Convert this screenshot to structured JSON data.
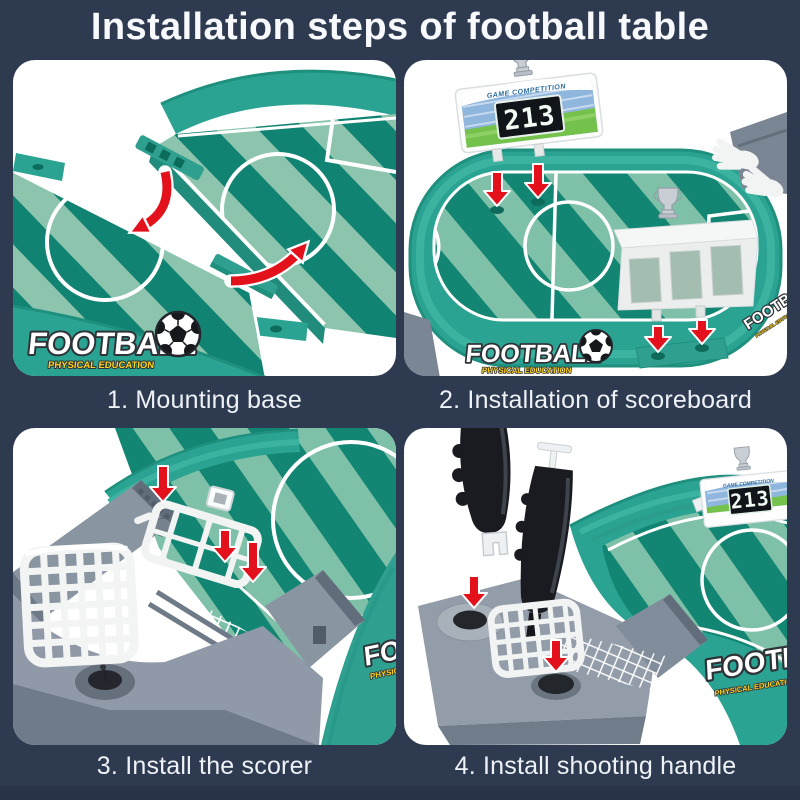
{
  "page": {
    "title": "Installation steps of football table"
  },
  "steps": [
    {
      "caption": "1. Mounting base"
    },
    {
      "caption": "2. Installation of scoreboard"
    },
    {
      "caption": "3. Install the scorer"
    },
    {
      "caption": "4. Install shooting handle"
    }
  ],
  "branding": {
    "logo": "FOOTBALL",
    "tagline": "PHYSICAL EDUCATION"
  },
  "scoreboard": {
    "header": "GAME COMPETITION",
    "score": "213"
  },
  "colors": {
    "background": "#2e3a50",
    "panel": "#ffffff",
    "wall_teal": "#2aa392",
    "field_dark": "#118372",
    "field_light": "#8cc4ad",
    "arrow_red": "#e3111b",
    "logo_yellow": "#ffd21e",
    "grey_plastic": "#8a95a2",
    "handle_black": "#191b21"
  }
}
